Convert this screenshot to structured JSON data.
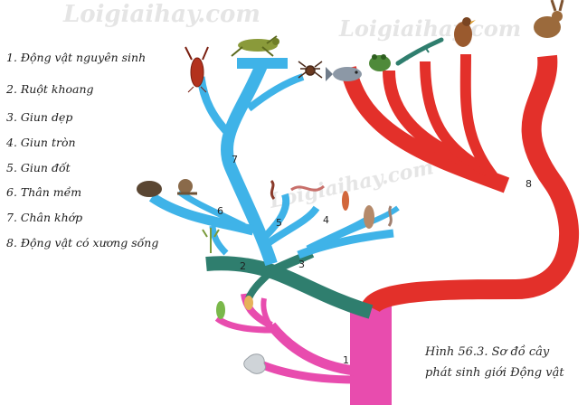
{
  "watermark": "Loigiaihay.com",
  "legend": [
    "1. Động vật nguyên sinh",
    "2. Ruột khoang",
    "3. Giun dẹp",
    "4. Giun tròn",
    "5. Giun đốt",
    "6. Thân mềm",
    "7. Chân khớp",
    "8. Động vật có xương sống"
  ],
  "branch_numbers": [
    "1",
    "2",
    "3",
    "4",
    "5",
    "6",
    "7",
    "8"
  ],
  "caption": {
    "line1": "Hình 56.3. Sơ đồ cây",
    "line2": "phát sinh giới Động vật"
  },
  "colors": {
    "trunk": "#e84cae",
    "protozoa": "#e84cae",
    "cnidaria_flatworm": "#2f7e6e",
    "invertebrate_branches": "#3fb3e8",
    "vertebrates": "#e3302a"
  },
  "icons": [
    "lobster-icon",
    "grasshopper-icon",
    "spider-icon",
    "fish-icon",
    "frog-icon",
    "lizard-icon",
    "bird-icon",
    "rabbit-icon",
    "clam-icon",
    "snail-icon",
    "worm-icon",
    "earthworm-icon",
    "leech-icon",
    "roundworm-icon",
    "hydra-icon",
    "coral-icon",
    "euglena-icon",
    "amoeba-icon"
  ]
}
